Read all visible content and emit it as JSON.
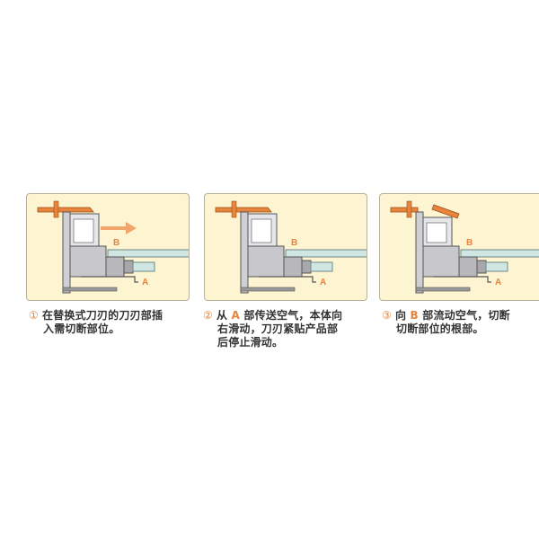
{
  "colors": {
    "panel_bg": "#fdf4d2",
    "panel_border": "#b9b29a",
    "accent_orange": "#e8843c",
    "machine_gray": "#c8c8cc",
    "pipe_teal": "#cfe6e2",
    "text": "#333333"
  },
  "steps": [
    {
      "number": "①",
      "lines": [
        "在替换式刀刃的刀刃部插",
        "入需切断部位。"
      ],
      "labels": {
        "A": "A",
        "B": "B"
      }
    },
    {
      "number": "②",
      "line1_pre": "从 ",
      "line1_port": "A",
      "line1_post": " 部传送空气，本体向",
      "lines_rest": [
        "右滑动，刀刃紧贴产品部",
        "后停止滑动。"
      ],
      "labels": {
        "A": "A",
        "B": "B"
      }
    },
    {
      "number": "③",
      "line1_pre": "向 ",
      "line1_port": "B",
      "line1_post": " 部流动空气，切断",
      "lines_rest": [
        "切断部位的根部。"
      ],
      "labels": {
        "A": "A",
        "B": "B"
      }
    }
  ]
}
